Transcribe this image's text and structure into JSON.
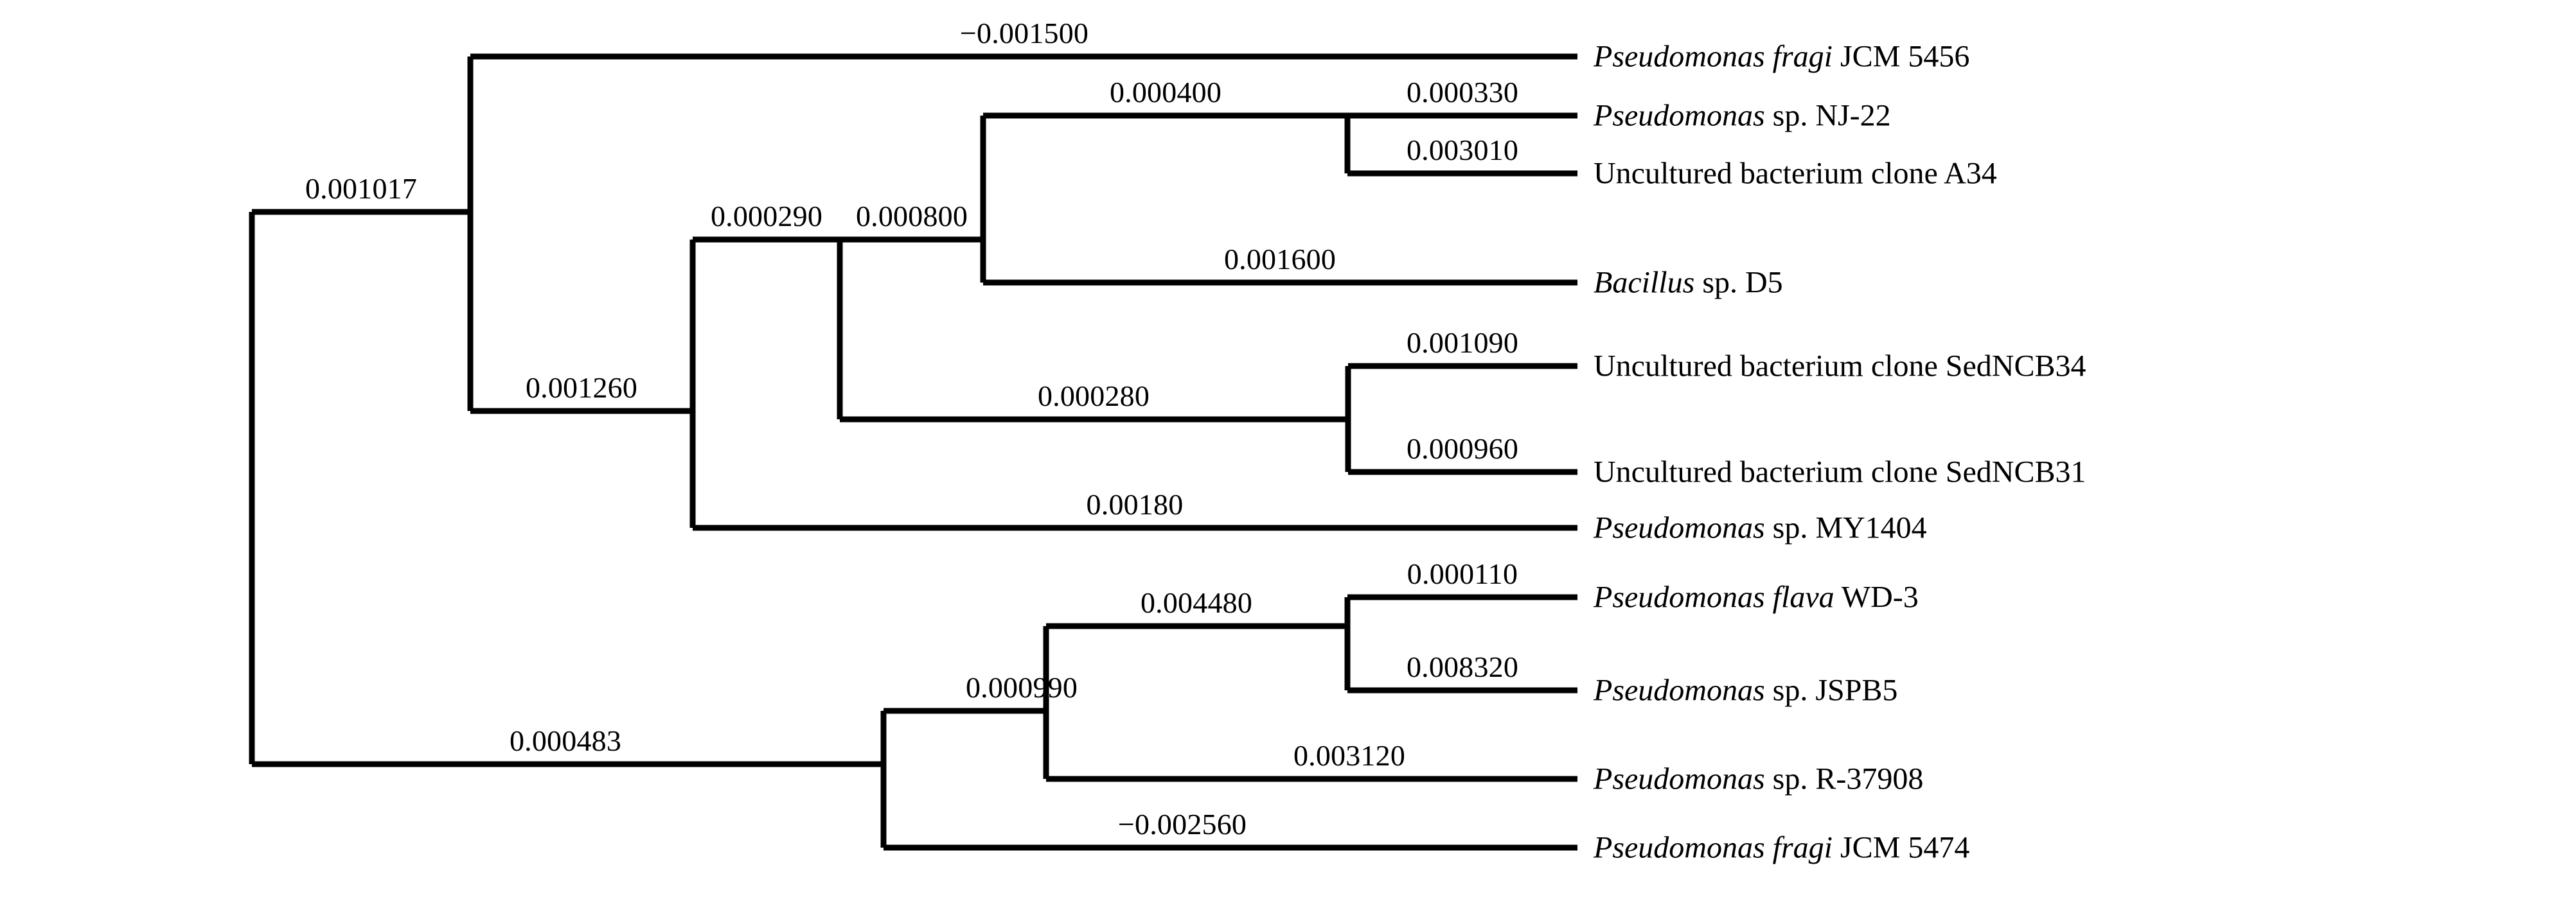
{
  "figure": {
    "kind": "phylogenetic-tree",
    "style": "rectangular-cladogram",
    "line_color": "#000000",
    "background_color": "#ffffff",
    "text_color": "#000000"
  },
  "chart_data": {
    "type": "tree",
    "title": "",
    "xlabel": "",
    "ylabel": "",
    "leaf_count": 11,
    "leaves": [
      {
        "id": "L1",
        "italic": "Pseudomonas fragi",
        "plain": " JCM 5456",
        "branch_length": "−0.001500"
      },
      {
        "id": "L2",
        "italic": "Pseudomonas",
        "plain": " sp. NJ-22",
        "branch_length": "0.000330"
      },
      {
        "id": "L3",
        "italic": "",
        "plain": "Uncultured bacterium clone A34",
        "branch_length": "0.003010"
      },
      {
        "id": "L4",
        "italic": "Bacillus",
        "plain": " sp. D5",
        "branch_length": "0.001600"
      },
      {
        "id": "L5",
        "italic": "",
        "plain": "Uncultured bacterium clone SedNCB34",
        "branch_length": "0.001090"
      },
      {
        "id": "L6",
        "italic": "",
        "plain": "Uncultured bacterium clone SedNCB31",
        "branch_length": "0.000960"
      },
      {
        "id": "L7",
        "italic": "Pseudomonas",
        "plain": " sp. MY1404",
        "branch_length": "0.00180"
      },
      {
        "id": "L8",
        "italic": "Pseudomonas flava",
        "plain": " WD-3",
        "branch_length": "0.000110"
      },
      {
        "id": "L9",
        "italic": "Pseudomonas",
        "plain": " sp. JSPB5",
        "branch_length": "0.008320"
      },
      {
        "id": "L10",
        "italic": "Pseudomonas",
        "plain": " sp. R-37908",
        "branch_length": "0.003120"
      },
      {
        "id": "L11",
        "italic": "Pseudomonas fragi",
        "plain": " JCM 5474",
        "branch_length": "−0.002560"
      }
    ],
    "internal_branches": [
      {
        "id": "N_top",
        "label": "0.001017",
        "description": "branch to upper clade"
      },
      {
        "id": "N_1260",
        "label": "0.001260",
        "description": "branch to clade containing MY1404 group"
      },
      {
        "id": "N_0290",
        "label": "0.000290",
        "description": "branch to clade of NJ-22/A34/D5/SedNCB pair"
      },
      {
        "id": "N_0800",
        "label": "0.000800",
        "description": "branch to NJ-22/A34/Bacillus D5 clade"
      },
      {
        "id": "N_0400",
        "label": "0.000400",
        "description": "branch to NJ-22 + A34 cherry"
      },
      {
        "id": "N_0280",
        "label": "0.000280",
        "description": "branch to SedNCB34 + SedNCB31 cherry"
      },
      {
        "id": "N_bottom",
        "label": "0.000483",
        "description": "branch to lower clade"
      },
      {
        "id": "N_0990",
        "label": "0.000990",
        "description": "branch to flava WD-3 / JSPB5 / R-37908 clade"
      },
      {
        "id": "N_4480",
        "label": "0.004480",
        "description": "branch to flava WD-3 + JSPB5 cherry"
      }
    ],
    "all_branch_labels": [
      "−0.001500",
      "0.001017",
      "0.000330",
      "0.000400",
      "0.000800",
      "0.003010",
      "0.001600",
      "0.000290",
      "0.001090",
      "0.001260",
      "0.000280",
      "0.000960",
      "0.00180",
      "0.000110",
      "0.004480",
      "0.008320",
      "0.000990",
      "0.003120",
      "0.000483",
      "−0.002560"
    ]
  },
  "labels": {
    "b_root_upper": "0.001017",
    "b_fragi5456": "−0.001500",
    "b_1260": "0.001260",
    "b_0290": "0.000290",
    "b_0800": "0.000800",
    "b_0400": "0.000400",
    "b_nj22": "0.000330",
    "b_a34": "0.003010",
    "b_bacillus": "0.001600",
    "b_0280": "0.000280",
    "b_sedncb34": "0.001090",
    "b_sedncb31": "0.000960",
    "b_my1404": "0.00180",
    "b_root_lower": "0.000483",
    "b_0990": "0.000990",
    "b_4480": "0.004480",
    "b_flava": "0.000110",
    "b_jspb5": "0.008320",
    "b_r37908": "0.003120",
    "b_fragi5474": "−0.002560"
  },
  "taxa": {
    "t1_ital": "Pseudomonas fragi",
    "t1_plain": " JCM 5456",
    "t2_ital": "Pseudomonas",
    "t2_plain": " sp. NJ-22",
    "t3_plain": "Uncultured bacterium clone A34",
    "t4_ital": "Bacillus",
    "t4_plain": " sp. D5",
    "t5_plain": "Uncultured bacterium clone SedNCB34",
    "t6_plain": "Uncultured bacterium clone SedNCB31",
    "t7_ital": "Pseudomonas",
    "t7_plain": " sp. MY1404",
    "t8_ital": "Pseudomonas flava",
    "t8_plain": " WD-3",
    "t9_ital": "Pseudomonas",
    "t9_plain": " sp. JSPB5",
    "t10_ital": "Pseudomonas",
    "t10_plain": " sp. R-37908",
    "t11_ital": "Pseudomonas fragi",
    "t11_plain": " JCM 5474"
  }
}
